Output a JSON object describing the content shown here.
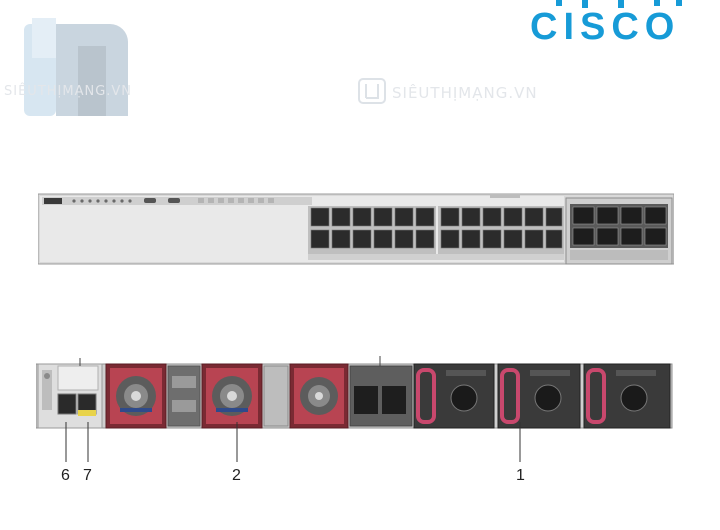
{
  "brand": {
    "name": "CISCO",
    "color": "#179bd7"
  },
  "watermark": {
    "text_left": "SIÊUTHỊMẠNG.VN",
    "text_center": "SIÊUTHỊMẠNG.VN",
    "color": "#e3e6ea"
  },
  "front_panel": {
    "rj45_ports_per_row": 12,
    "rj45_rows": 2,
    "uplink_module_ports": 8
  },
  "rear_panel": {
    "fan_count": 3,
    "power_supply_count": 3
  },
  "callouts": {
    "psu": "1",
    "fan": "2",
    "mgmt_port_a": "6",
    "mgmt_port_b": "7"
  },
  "icons": [
    "cisco-logo",
    "watermark-logo",
    "fan-icon",
    "power-supply-icon",
    "rj45-port-icon",
    "sfp-port-icon"
  ]
}
